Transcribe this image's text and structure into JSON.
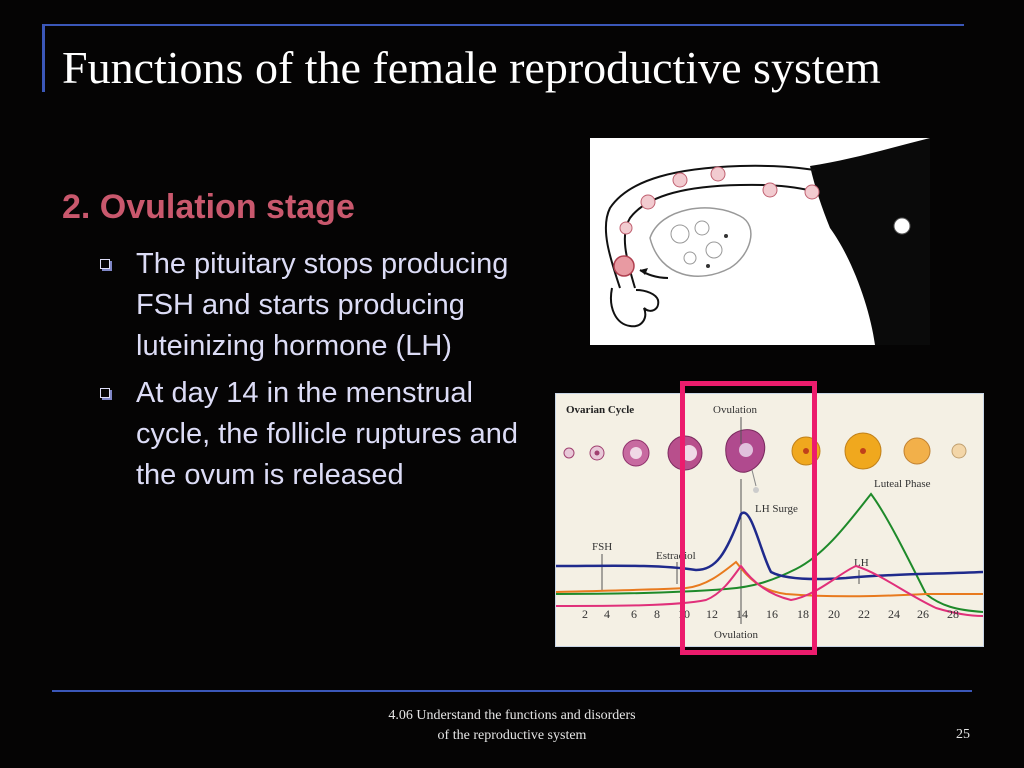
{
  "slide": {
    "title": "Functions of the female reproductive system",
    "section_heading": "2. Ovulation stage",
    "bullets": [
      "The pituitary stops producing FSH and starts producing luteinizing hormone (LH)",
      "At day 14 in the menstrual cycle, the follicle ruptures and the ovum is released"
    ]
  },
  "chart": {
    "ovarian_cycle_label": "Ovarian Cycle",
    "ovulation_label_top": "Ovulation",
    "luteal_phase_label": "Luteal Phase",
    "lh_surge_label": "LH Surge",
    "fsh_label": "FSH",
    "estradiol_label": "Estradiol",
    "lh_label": "LH",
    "ovulation_label_bottom": "Ovulation",
    "day_ticks": [
      "2",
      "4",
      "6",
      "8",
      "10",
      "12",
      "14",
      "16",
      "18",
      "20",
      "22",
      "24",
      "26",
      "28"
    ]
  },
  "colors": {
    "title": "#ffffff",
    "heading": "#c9586d",
    "bullet_text": "#dcdcf6",
    "accent_line": "#3b57b8",
    "highlight": "#ec1c6d",
    "fsh_line": "#1f2a8c",
    "lh_line": "#e0307a",
    "estradiol_line": "#e87a1e",
    "progesterone_line": "#1e8a2a"
  },
  "footer": {
    "line1": "4.06 Understand the functions and disorders",
    "line2": "of  the reproductive system",
    "page_number": "25"
  }
}
